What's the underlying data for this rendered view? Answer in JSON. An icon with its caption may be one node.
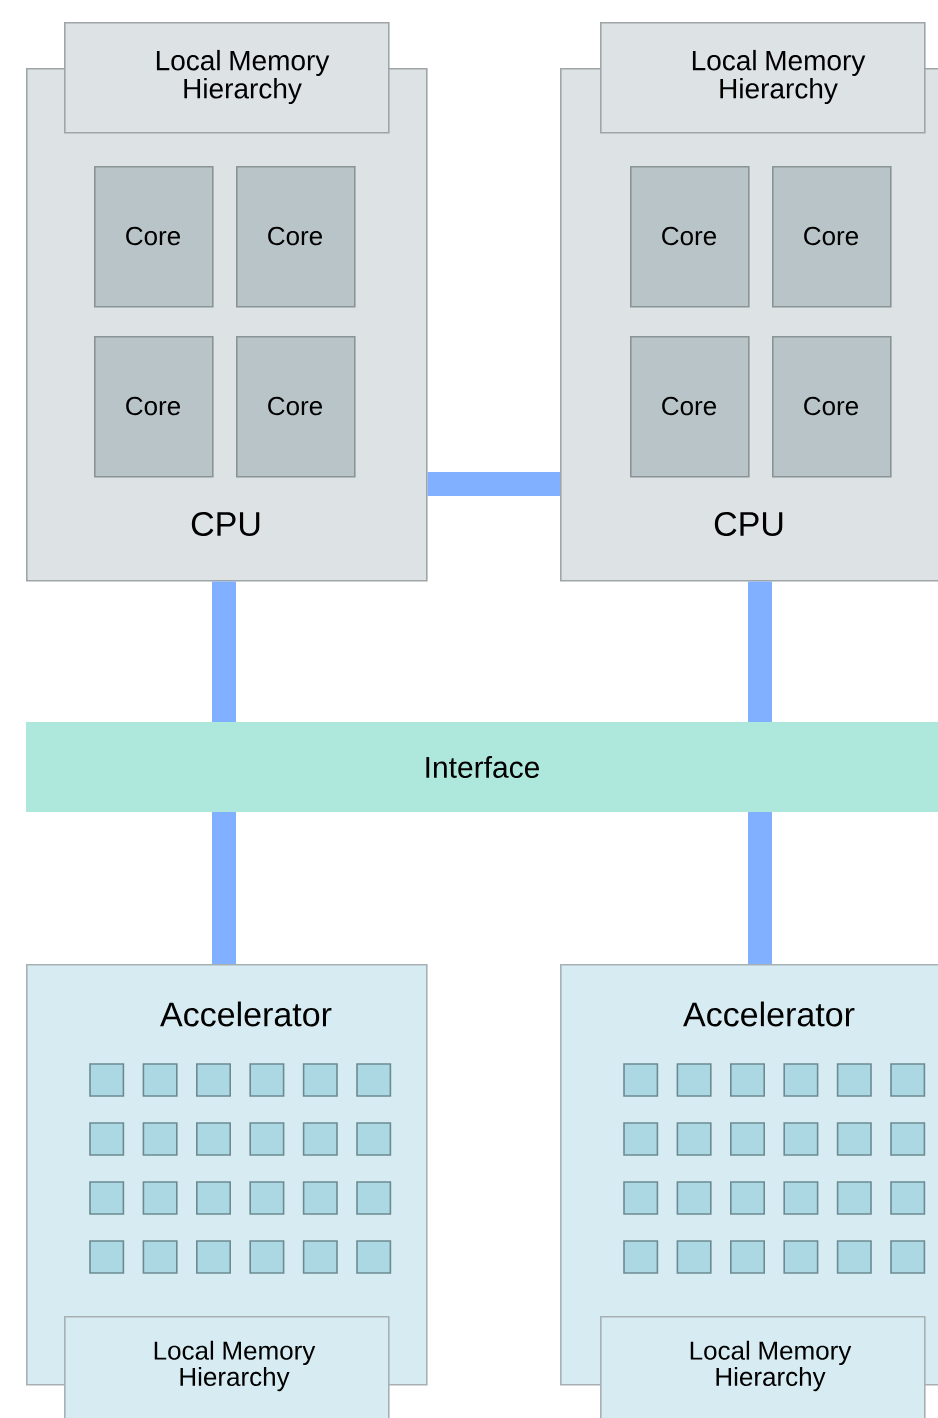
{
  "diagram": {
    "nodes": [
      {
        "text": [
          "CPU"
        ]
      },
      {
        "text": [
          "Local Memory Hierarchy"
        ]
      },
      {
        "text": [
          "Core"
        ],
        "in": 0
      },
      {
        "text": [
          "Core"
        ],
        "in": 0
      },
      {
        "text": [
          "Core"
        ],
        "in": 0
      },
      {
        "text": [
          "Core"
        ],
        "in": 0
      },
      {
        "text": [
          "CPU"
        ]
      },
      {
        "text": [
          "Local Memory Hierarchy"
        ]
      },
      {
        "text": [
          "Core"
        ],
        "in": 6
      },
      {
        "text": [
          "Core"
        ],
        "in": 6
      },
      {
        "text": [
          "Core"
        ],
        "in": 6
      },
      {
        "text": [
          "Core"
        ],
        "in": 6
      },
      {
        "text": [
          "Interface"
        ]
      },
      {
        "text": [
          "Accelerator"
        ]
      },
      {
        "text": [
          "Local Memory Hierarchy"
        ]
      },
      {
        "text": [
          "Accelerator"
        ]
      },
      {
        "text": [
          "Local Memory Hierarchy"
        ]
      }
    ],
    "edges": [
      {
        "from": 0,
        "to": 6,
        "arrow": "none"
      },
      {
        "from": 0,
        "to": 12,
        "arrow": "none"
      },
      {
        "from": 6,
        "to": 12,
        "arrow": "none"
      },
      {
        "from": 12,
        "to": 13,
        "arrow": "none"
      },
      {
        "from": 12,
        "to": 15,
        "arrow": "none"
      }
    ]
  }
}
